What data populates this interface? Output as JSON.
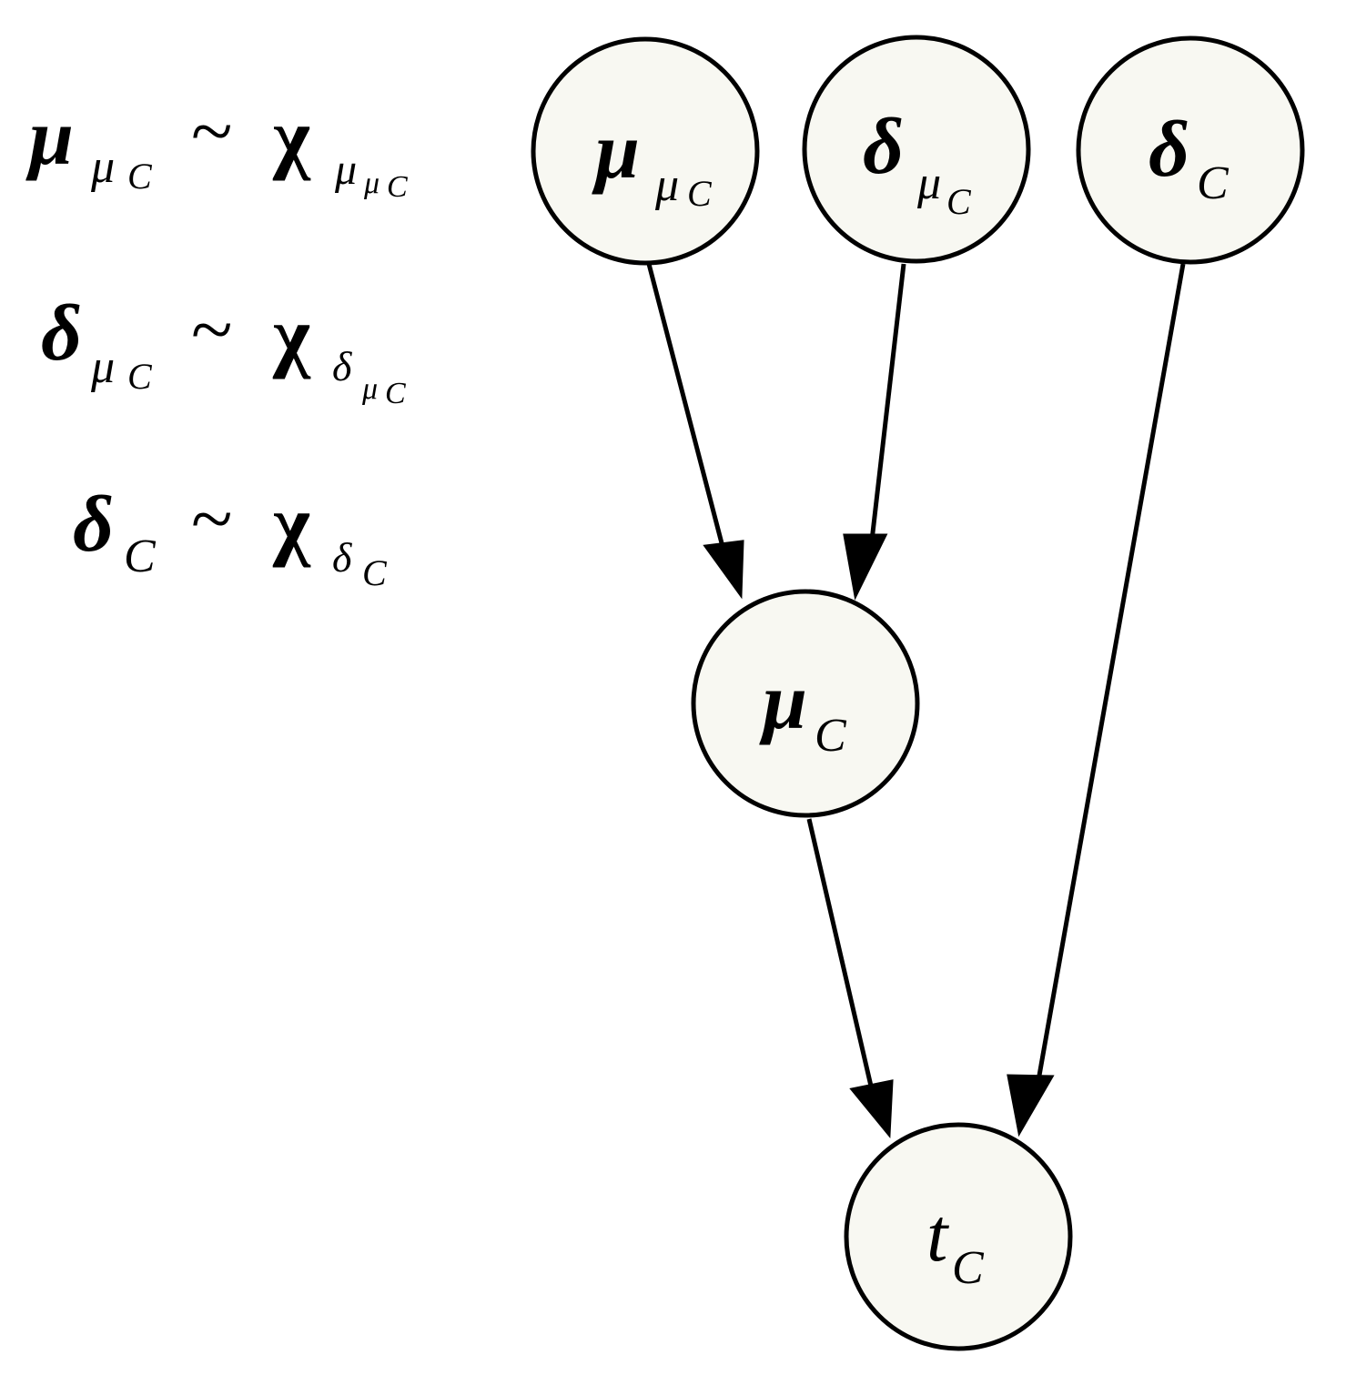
{
  "equations": [
    {
      "id": "eq-mu-mu-c",
      "lhs": {
        "base": "μ",
        "sub": "μ",
        "subsub": "C"
      },
      "relation": "~",
      "rhs": {
        "base": "χ",
        "sub": "μ",
        "subsub": "μ",
        "subsubsub": "C"
      }
    },
    {
      "id": "eq-delta-mu-c",
      "lhs": {
        "base": "δ",
        "sub": "μ",
        "subsub": "C"
      },
      "relation": "~",
      "rhs": {
        "base": "χ",
        "sub": "δ",
        "subsub": "μ",
        "subsubsub": "C"
      }
    },
    {
      "id": "eq-delta-c",
      "lhs": {
        "base": "δ",
        "sub": "C"
      },
      "relation": "~",
      "rhs": {
        "base": "χ",
        "sub": "δ",
        "subsub": "C"
      }
    }
  ],
  "nodes": {
    "mu_mu_c": {
      "base": "μ",
      "sub": "μ",
      "subsub": "C"
    },
    "delta_mu_c": {
      "base": "δ",
      "sub": "μ",
      "subsub": "C"
    },
    "delta_c": {
      "base": "δ",
      "sub": "C"
    },
    "mu_c": {
      "base": "μ",
      "sub": "C"
    },
    "t_c": {
      "base": "t",
      "sub": "C"
    }
  },
  "edges": [
    {
      "from": "mu_mu_c",
      "to": "mu_c"
    },
    {
      "from": "delta_mu_c",
      "to": "mu_c"
    },
    {
      "from": "delta_c",
      "to": "t_c"
    },
    {
      "from": "mu_c",
      "to": "t_c"
    }
  ]
}
